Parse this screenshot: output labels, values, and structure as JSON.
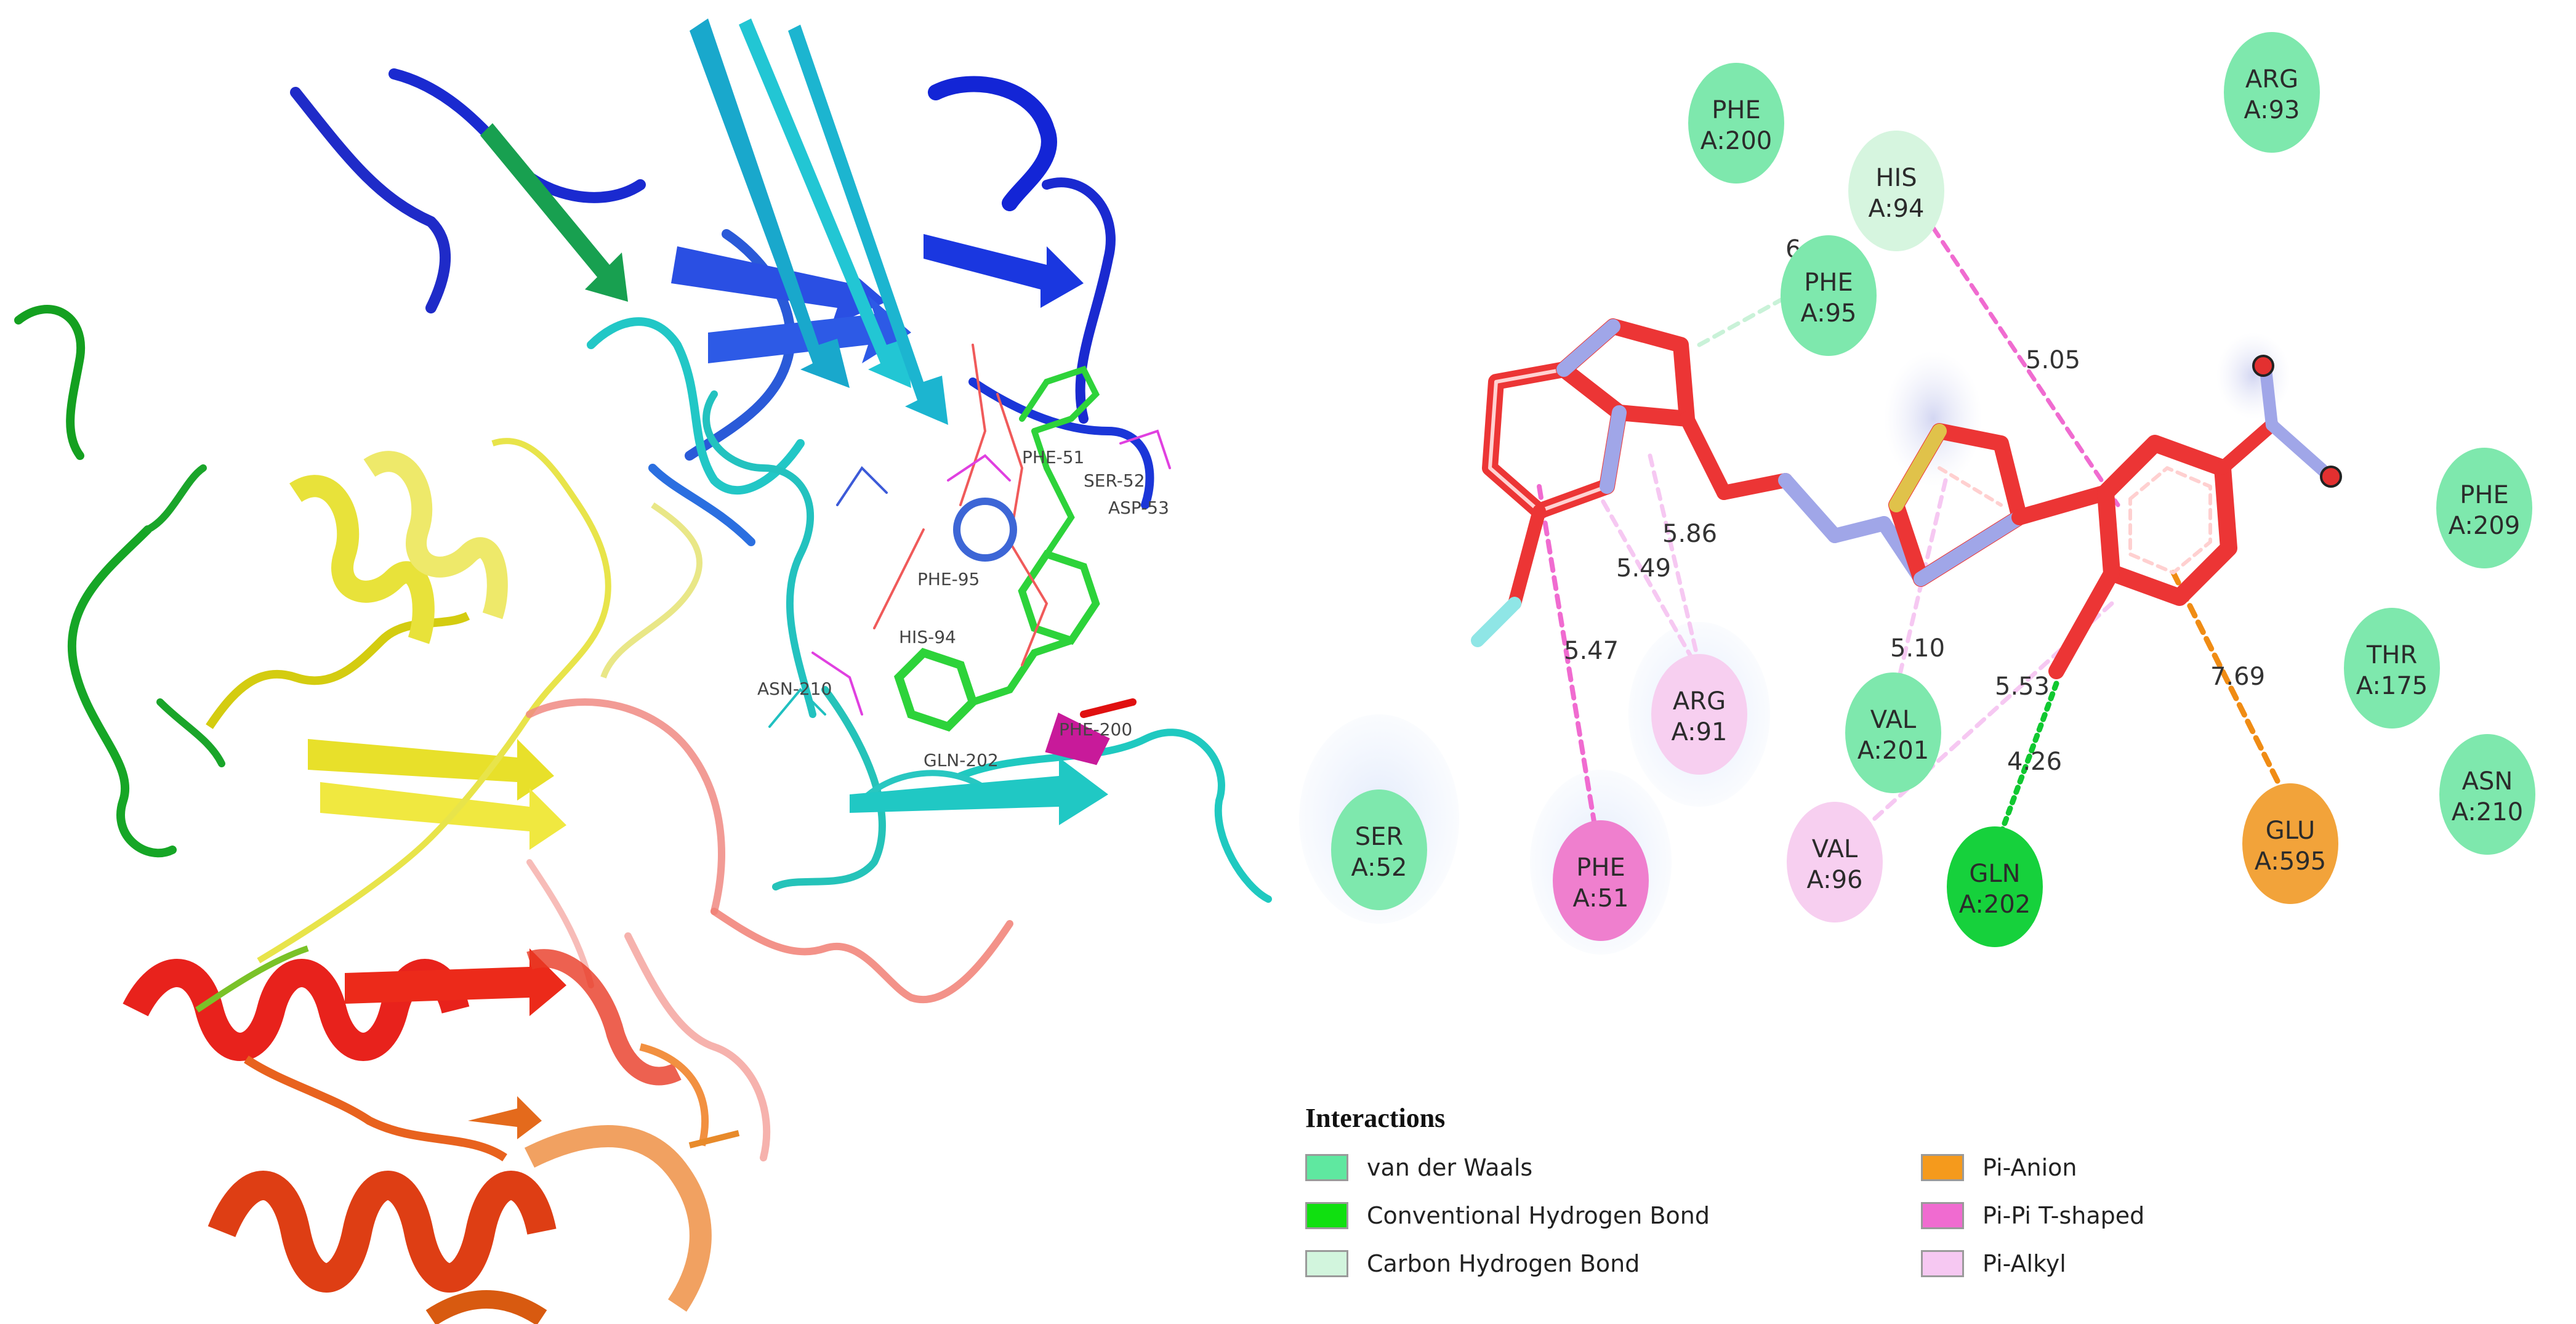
{
  "residues": [
    {
      "id": "res-phe-200",
      "name": "PHE",
      "chain": "A:200",
      "type": "vdw"
    },
    {
      "id": "res-his-94",
      "name": "HIS",
      "chain": "A:94",
      "type": "carbon_hb"
    },
    {
      "id": "res-arg-93",
      "name": "ARG",
      "chain": "A:93",
      "type": "vdw"
    },
    {
      "id": "res-phe-95",
      "name": "PHE",
      "chain": "A:95",
      "type": "vdw"
    },
    {
      "id": "res-phe-209",
      "name": "PHE",
      "chain": "A:209",
      "type": "vdw"
    },
    {
      "id": "res-thr-175",
      "name": "THR",
      "chain": "A:175",
      "type": "vdw"
    },
    {
      "id": "res-asn-210",
      "name": "ASN",
      "chain": "A:210",
      "type": "vdw"
    },
    {
      "id": "res-arg-91",
      "name": "ARG",
      "chain": "A:91",
      "type": "pi_alkyl"
    },
    {
      "id": "res-val-201",
      "name": "VAL",
      "chain": "A:201",
      "type": "vdw"
    },
    {
      "id": "res-ser-52",
      "name": "SER",
      "chain": "A:52",
      "type": "vdw"
    },
    {
      "id": "res-phe-51",
      "name": "PHE",
      "chain": "A:51",
      "type": "pipi_t"
    },
    {
      "id": "res-val-96",
      "name": "VAL",
      "chain": "A:96",
      "type": "pi_alkyl"
    },
    {
      "id": "res-gln-202",
      "name": "GLN",
      "chain": "A:202",
      "type": "conv_hb"
    },
    {
      "id": "res-glu-595",
      "name": "GLU",
      "chain": "A:595",
      "type": "pi_anion"
    }
  ],
  "distances": [
    "6.18",
    "5.05",
    "5.86",
    "5.49",
    "5.47",
    "5.10",
    "5.53",
    "4.26",
    "7.69"
  ],
  "protein_labels": [
    "PHE-51",
    "SER-52",
    "ASP-53",
    "PHE-95",
    "HIS-94",
    "ASN-210",
    "GLN-202",
    "PHE-200"
  ],
  "legend": {
    "title": "Interactions",
    "items": [
      {
        "label": "van der Waals",
        "color": "#5fe8a0"
      },
      {
        "label": "Conventional Hydrogen Bond",
        "color": "#10e010"
      },
      {
        "label": "Carbon Hydrogen Bond",
        "color": "#d2f5dd"
      },
      {
        "label": "Pi-Anion",
        "color": "#f59a1c"
      },
      {
        "label": "Pi-Pi T-shaped",
        "color": "#f06bd0"
      },
      {
        "label": "Pi-Alkyl",
        "color": "#f6c8f2"
      }
    ]
  },
  "colors": {
    "vdw": "#7ee8ad",
    "conv_hb": "#16d13c",
    "carbon_hb": "#d6f5df",
    "pi_anion": "#f2a33a",
    "pipi_t": "#ef7fce",
    "pi_alkyl": "#f7cff0",
    "ligand_bond": "#ee3b3b",
    "ligand_n": "#9aa0e0"
  }
}
